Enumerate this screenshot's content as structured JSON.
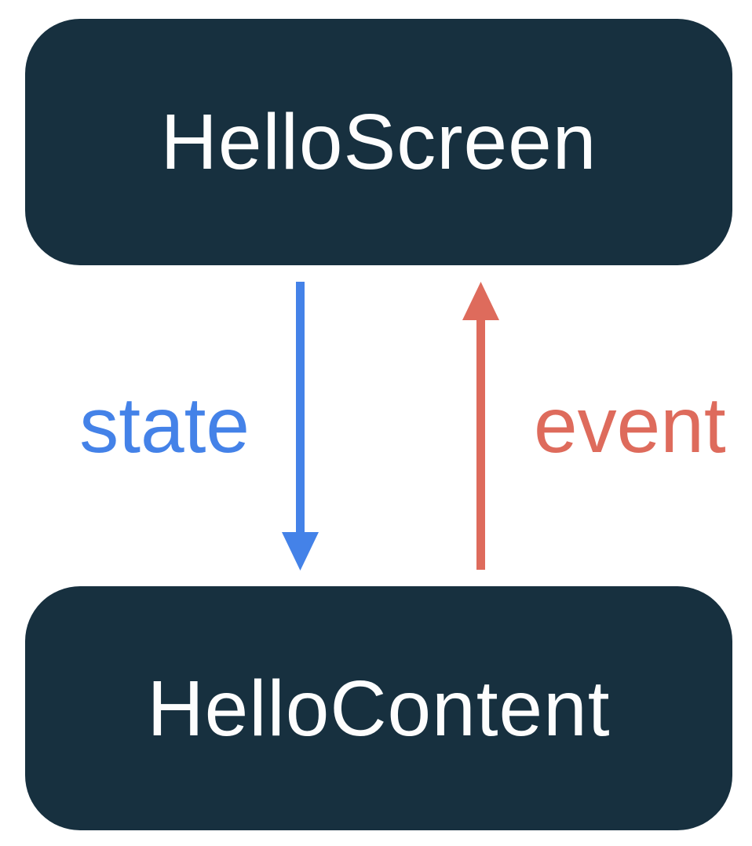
{
  "diagram": {
    "nodes": [
      {
        "id": "hello-screen",
        "label": "HelloScreen"
      },
      {
        "id": "hello-content",
        "label": "HelloContent"
      }
    ],
    "edges": [
      {
        "id": "state",
        "label": "state",
        "from": "HelloScreen",
        "to": "HelloContent",
        "direction": "down"
      },
      {
        "id": "event",
        "label": "event",
        "from": "HelloContent",
        "to": "HelloScreen",
        "direction": "up"
      }
    ],
    "colors": {
      "background": "#ffffff",
      "node_fill": "#17303F",
      "node_text": "#FDFDFD",
      "state_accent": "#4482E8",
      "event_accent": "#DE6B5C"
    }
  }
}
